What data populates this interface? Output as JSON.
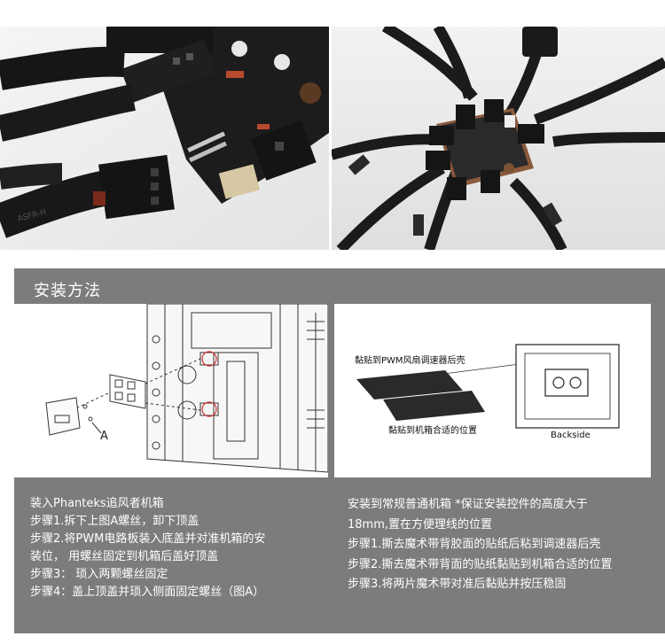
{
  "section_title": "安装方法",
  "left_diagram": {
    "label_a": "A"
  },
  "right_diagram": {
    "label_top": "黏贴到PWM风扇调速器后壳",
    "label_bottom": "黏贴到机箱合适的位置",
    "label_backside": "Backside"
  },
  "left_instructions": [
    "装入Phanteks追风者机箱",
    "步骤1.拆下上图A螺丝，卸下顶盖",
    "步骤2.将PWM电路板装入底盖并对准机箱的安",
    "装位，  用螺丝固定到机箱后盖好顶盖",
    "步骤3：  琐入两颗螺丝固定",
    "步骤4：盖上顶盖并琐入侧面固定螺丝（图A）"
  ],
  "right_instructions": [
    "安装到常规普通机箱 *保证安装控件的高度大于",
    "18mm,置在方便理线的位置",
    "步骤1.撕去魔术带背胶面的贴纸后粘到调速器后壳",
    "步骤2.撕去魔术带背面的贴纸黏贴到机箱合适的位置",
    "步骤3.将两片魔术带对准后黏贴并按压稳固"
  ],
  "colors": {
    "panel": "#7c7c7c",
    "text": "#ffffff",
    "accent_red": "#d03030"
  }
}
